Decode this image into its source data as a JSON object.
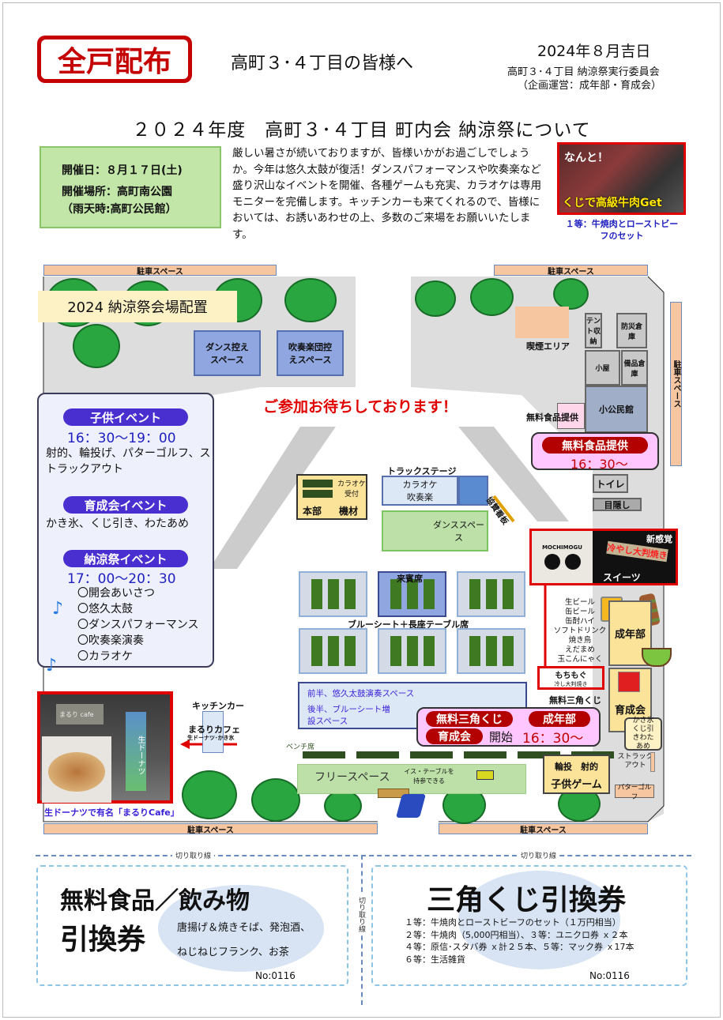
{
  "header": {
    "badge": "全戸配布",
    "greeting": "高町３･４丁目の皆様へ",
    "date": "2024年８月吉日",
    "org": "高町３･４丁目 納涼祭実行委員会",
    "org_sub": "（企画運営：成年部・育成会）"
  },
  "title": "２０２４年度　高町３･４丁目 町内会 納涼祭について",
  "info": {
    "date": "開催日：８月１７日(土)",
    "place": "開催場所：高町南公園",
    "rain": "（雨天時:高町公民館）"
  },
  "intro": "厳しい暑さが続いておりますが、皆様いかがお過ごしでしょうか。今年は悠久太鼓が復活！ダンスパフォーマンスや吹奏楽など盛り沢山なイベントを開催、各種ゲームも充実、カラオケは専用モニターを完備します。キッチンカーも来てくれるので、皆様においては、お誘いあわせの上、多数のご来場をお願いいたします。",
  "prize": {
    "img_top": "なんと！",
    "img_text": "くじで高級牛肉Get",
    "caption": "１等：牛焼肉とローストビーフのセット"
  },
  "map": {
    "parking": "駐車スペース",
    "layout_title": "2024 納涼祭会場配置",
    "dance_wait": "ダンス控えスペース",
    "band_wait": "吹奏楽団控えスペース",
    "welcome": "ご参加お待ちしております！",
    "smoking": "喫煙エリア",
    "tent": "テント収納",
    "disaster": "防災倉庫",
    "hut": "小屋",
    "goods": "備品倉庫",
    "hall": "小公民館",
    "free_food_label": "無料食品提供",
    "free_food_pill": "無料食品提供",
    "free_food_time": "16：30～",
    "toilet": "トイレ",
    "screen": "目隠し",
    "events": {
      "kids": "子供イベント",
      "kids_time": "16：30～19：00",
      "kids_desc": "射的、輪投げ、パターゴルフ、ストラックアウト",
      "ikusei": "育成会イベント",
      "ikusei_desc": "かき氷、くじ引き、わたあめ",
      "noryo": "納涼祭イベント",
      "noryo_time": "17：00～20：30",
      "noryo_items": [
        "〇開会あいさつ",
        "〇悠久太鼓",
        "〇ダンスパフォーマンス",
        "〇吹奏楽演奏",
        "〇カラオケ"
      ]
    },
    "track_stage": "トラックステージ",
    "karaoke_reception": "カラオケ受付",
    "hq": "本部",
    "equipment": "機材",
    "karaoke_band": "カラオケ吹奏楽",
    "sponsor": "協賛看板",
    "dance_space": "ダンススペース",
    "guest": "来賓席",
    "bluesheet": "ブルーシート＋長座テーブル席",
    "taiko_space": "前半、悠久太鼓演奏スペース",
    "bluesheet_ext": "後半、ブルーシート増設スペース",
    "lottery_pill": "無料三角くじ",
    "seinen_pill": "成年部",
    "ikusei_pill": "育成会",
    "start": "開始",
    "start_time": "16：30～",
    "kitchen_car": "キッチンカー",
    "maruri": "まるりカフェ",
    "maruri_sub": "生ドーナツ･かき氷",
    "maruri_caption": "生ドーナツで有名「まるりCafe」",
    "maruri_sign": "まるり cafe",
    "banner": "生ドーナツ",
    "bench": "ベンチ席",
    "free_space": "フリースペース",
    "bring": "イス・テーブルを持参できる",
    "mochimogu_logo": "MOCHIMOGU",
    "new_sense": "新感覚",
    "chilled": "冷やし大判焼き",
    "sweets": "スイーツ",
    "drinks": [
      "生ビール",
      "缶ビール",
      "缶酎ハイ",
      "ソフトドリンク",
      "焼き鳥",
      "えだまめ",
      "玉こんにゃく"
    ],
    "mochimogu": "もちもぐ",
    "mochimogu_sub": "冷し大判焼き",
    "free_lottery": "無料三角くじ",
    "seinenbu": "成年部",
    "ikuseikai": "育成会",
    "ikusei_items": "かき氷くじ引きわたあめ",
    "struck": "ストラックアウト",
    "kids_game_top": "輪投　射的",
    "kids_game": "子供ゲーム",
    "putter": "パターゴルフ"
  },
  "coupons": {
    "cut_line": "切り取り線",
    "cut_vertical": "切り取り線",
    "food": {
      "title1": "無料食品／飲み物",
      "title2": "引換券",
      "items1": "唐揚げ＆焼きそば、発泡酒、",
      "items2": "ねじねじフランク、お茶",
      "no": "No:0116"
    },
    "lottery": {
      "title": "三角くじ引換券",
      "prizes": [
        "１等：牛焼肉とローストビーフのセット（１万円相当）",
        "２等：牛焼肉（5,000円相当）、３等：ユニクロ券 ｘ２本",
        "４等：原信･スタバ券 ｘ計２５本、５等：マック券 ｘ17本",
        "６等：生活雑貨"
      ],
      "no": "No:0116"
    }
  },
  "colors": {
    "red": "#e00000",
    "pill": "#b30000",
    "pink": "#ffc6ff",
    "blue_text": "#3a1fd8",
    "green": "#2aa640"
  }
}
